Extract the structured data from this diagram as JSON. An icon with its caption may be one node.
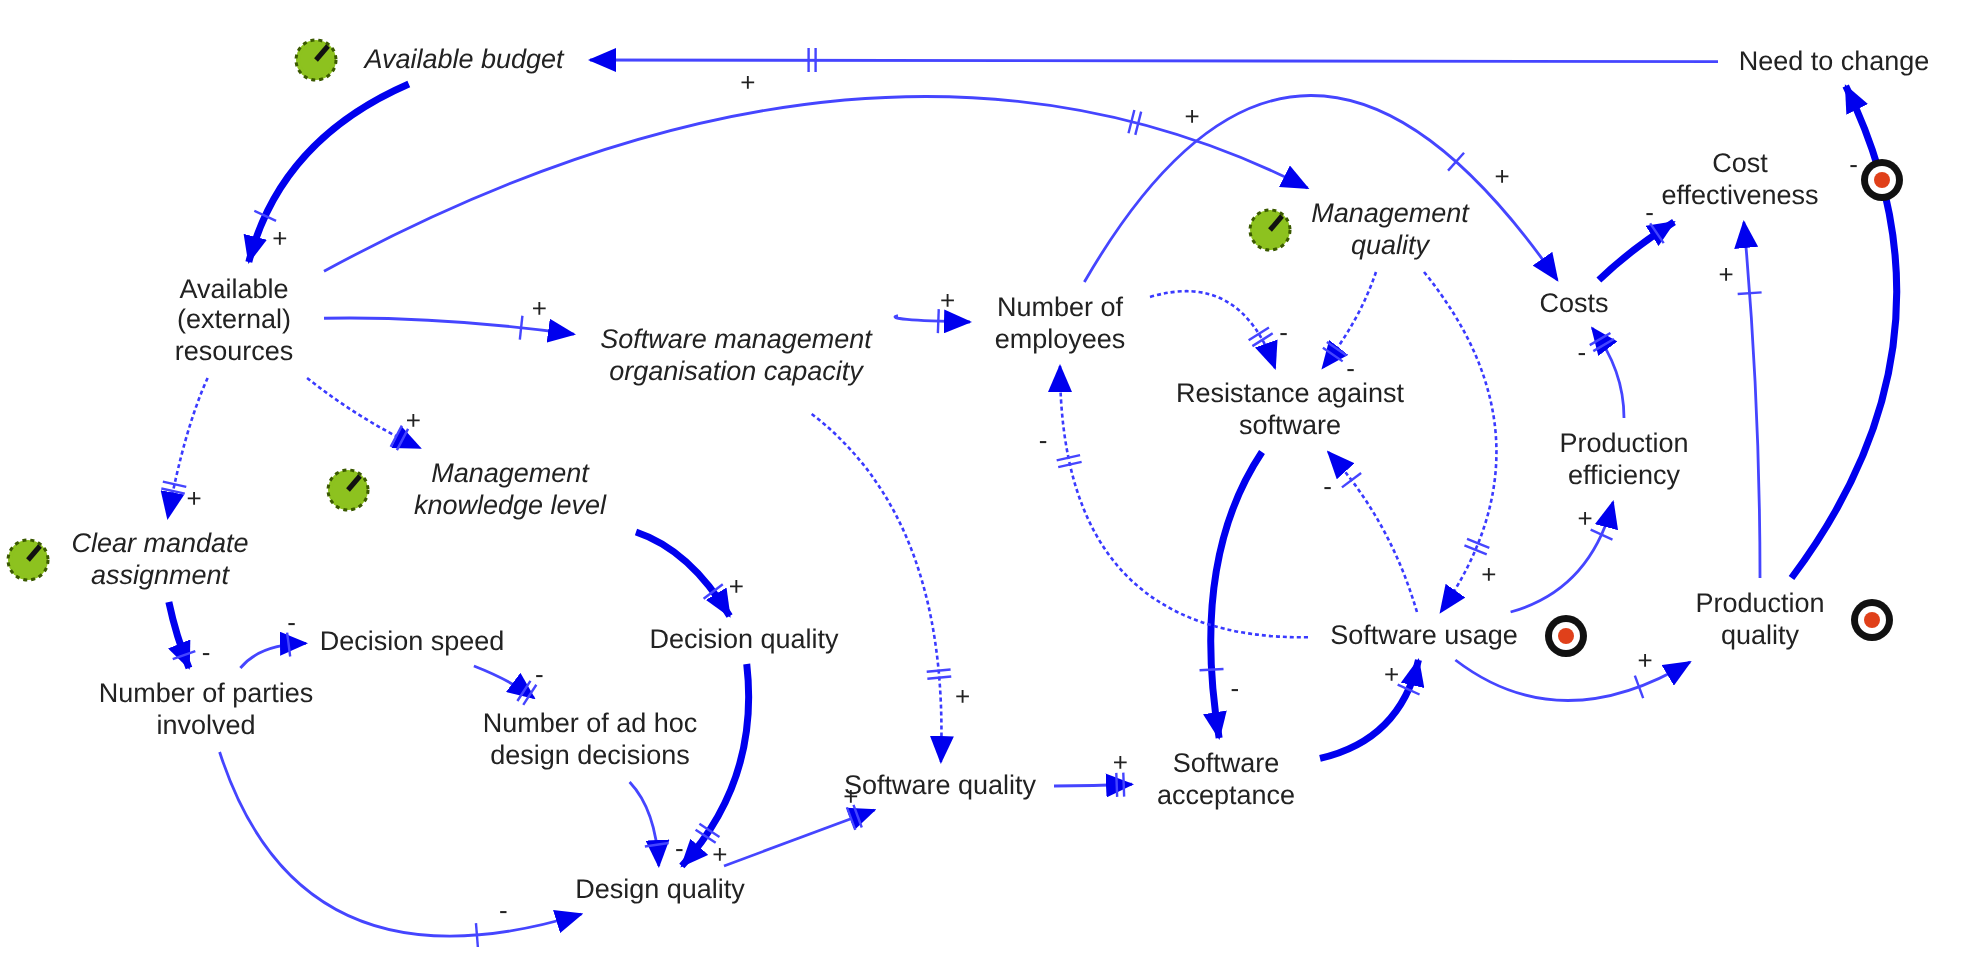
{
  "diagram": {
    "nodes": [
      {
        "text": [
          "Available budget"
        ]
      },
      {
        "text": [
          "Need to change"
        ]
      },
      {
        "text": [
          "Available (external) resources"
        ]
      },
      {
        "text": [
          "Cost effectiveness"
        ]
      },
      {
        "text": [
          "Management quality"
        ]
      },
      {
        "text": [
          "Number of employees"
        ]
      },
      {
        "text": [
          "Costs"
        ]
      },
      {
        "text": [
          "Software management organisation capacity"
        ]
      },
      {
        "text": [
          "Resistance against software"
        ]
      },
      {
        "text": [
          "Production efficiency"
        ]
      },
      {
        "text": [
          "Management knowledge level"
        ]
      },
      {
        "text": [
          "Clear mandate assignment"
        ]
      },
      {
        "text": [
          "Decision speed"
        ]
      },
      {
        "text": [
          "Decision quality"
        ]
      },
      {
        "text": [
          "Software usage"
        ]
      },
      {
        "text": [
          "Production quality"
        ]
      },
      {
        "text": [
          "Number of parties involved"
        ]
      },
      {
        "text": [
          "Number of ad hoc design decisions"
        ]
      },
      {
        "text": [
          "Software quality"
        ]
      },
      {
        "text": [
          "Software acceptance"
        ]
      },
      {
        "text": [
          "Design quality"
        ]
      }
    ],
    "edges": [
      {
        "from": 1,
        "to": 0,
        "arrow": "to",
        "label": "+"
      },
      {
        "from": 0,
        "to": 2,
        "arrow": "to",
        "label": "+",
        "style": "thick"
      },
      {
        "from": 2,
        "to": 4,
        "arrow": "to",
        "label": "+"
      },
      {
        "from": 2,
        "to": 7,
        "arrow": "to",
        "label": "+"
      },
      {
        "from": 2,
        "to": 10,
        "arrow": "to",
        "label": "+",
        "style": "dashed"
      },
      {
        "from": 2,
        "to": 11,
        "arrow": "to",
        "label": "+",
        "style": "dashed"
      },
      {
        "from": 7,
        "to": 5,
        "arrow": "to",
        "label": "+"
      },
      {
        "from": 7,
        "to": 18,
        "arrow": "to",
        "label": "+",
        "style": "dashed"
      },
      {
        "from": 5,
        "to": 6,
        "arrow": "to",
        "label": "+"
      },
      {
        "from": 5,
        "to": 8,
        "arrow": "to",
        "label": "-",
        "style": "dashed"
      },
      {
        "from": 4,
        "to": 8,
        "arrow": "to",
        "label": "-",
        "style": "dashed"
      },
      {
        "from": 4,
        "to": 14,
        "arrow": "to",
        "label": "+",
        "style": "dashed"
      },
      {
        "from": 6,
        "to": 3,
        "arrow": "to",
        "label": "-",
        "style": "thick"
      },
      {
        "from": 9,
        "to": 6,
        "arrow": "to",
        "label": "-"
      },
      {
        "from": 15,
        "to": 3,
        "arrow": "to",
        "label": "+"
      },
      {
        "from": 15,
        "to": 1,
        "arrow": "to",
        "label": "-",
        "style": "thick"
      },
      {
        "from": 8,
        "to": 19,
        "arrow": "to",
        "label": "-",
        "style": "thick"
      },
      {
        "from": 14,
        "to": 8,
        "arrow": "to",
        "label": "-",
        "style": "dashed"
      },
      {
        "from": 14,
        "to": 5,
        "arrow": "to",
        "label": "-",
        "style": "dashed"
      },
      {
        "from": 14,
        "to": 9,
        "arrow": "to",
        "label": "+"
      },
      {
        "from": 14,
        "to": 15,
        "arrow": "to",
        "label": "+"
      },
      {
        "from": 19,
        "to": 14,
        "arrow": "to",
        "label": "+",
        "style": "thick"
      },
      {
        "from": 18,
        "to": 19,
        "arrow": "to",
        "label": "+"
      },
      {
        "from": 10,
        "to": 13,
        "arrow": "to",
        "label": "+",
        "style": "thick"
      },
      {
        "from": 13,
        "to": 20,
        "arrow": "to",
        "label": "+",
        "style": "thick"
      },
      {
        "from": 11,
        "to": 16,
        "arrow": "to",
        "label": "-",
        "style": "thick"
      },
      {
        "from": 16,
        "to": 12,
        "arrow": "to",
        "label": "-"
      },
      {
        "from": 12,
        "to": 17,
        "arrow": "to",
        "label": "-"
      },
      {
        "from": 17,
        "to": 20,
        "arrow": "to",
        "label": "-"
      },
      {
        "from": 16,
        "to": 20,
        "arrow": "to",
        "label": "-"
      },
      {
        "from": 20,
        "to": 18,
        "arrow": "to",
        "label": "+"
      }
    ]
  }
}
